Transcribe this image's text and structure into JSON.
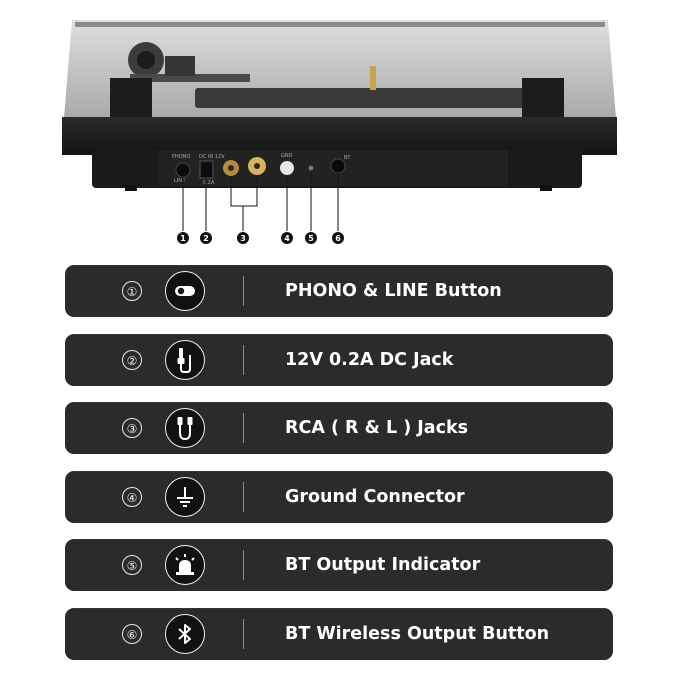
{
  "product_image": {
    "panel_labels": [
      "PHONO",
      "LINE",
      "DC IN 12V",
      "0.2A",
      "GND",
      "BT"
    ],
    "callouts": [
      "1",
      "2",
      "3",
      "4",
      "5",
      "6"
    ]
  },
  "features": [
    {
      "num": "①",
      "icon": "toggle-switch-icon",
      "label": "PHONO & LINE Button"
    },
    {
      "num": "②",
      "icon": "dc-jack-plug-icon",
      "label": "12V 0.2A DC Jack"
    },
    {
      "num": "③",
      "icon": "rca-cable-icon",
      "label": "RCA ( R & L ) Jacks"
    },
    {
      "num": "④",
      "icon": "ground-symbol-icon",
      "label": "Ground Connector"
    },
    {
      "num": "⑤",
      "icon": "beacon-indicator-icon",
      "label": "BT Output Indicator"
    },
    {
      "num": "⑥",
      "icon": "bluetooth-icon",
      "label": "BT Wireless Output Button"
    }
  ],
  "colors": {
    "row_bg": "#2b2b2b",
    "text": "#ffffff",
    "gold": "#c9a94a"
  }
}
